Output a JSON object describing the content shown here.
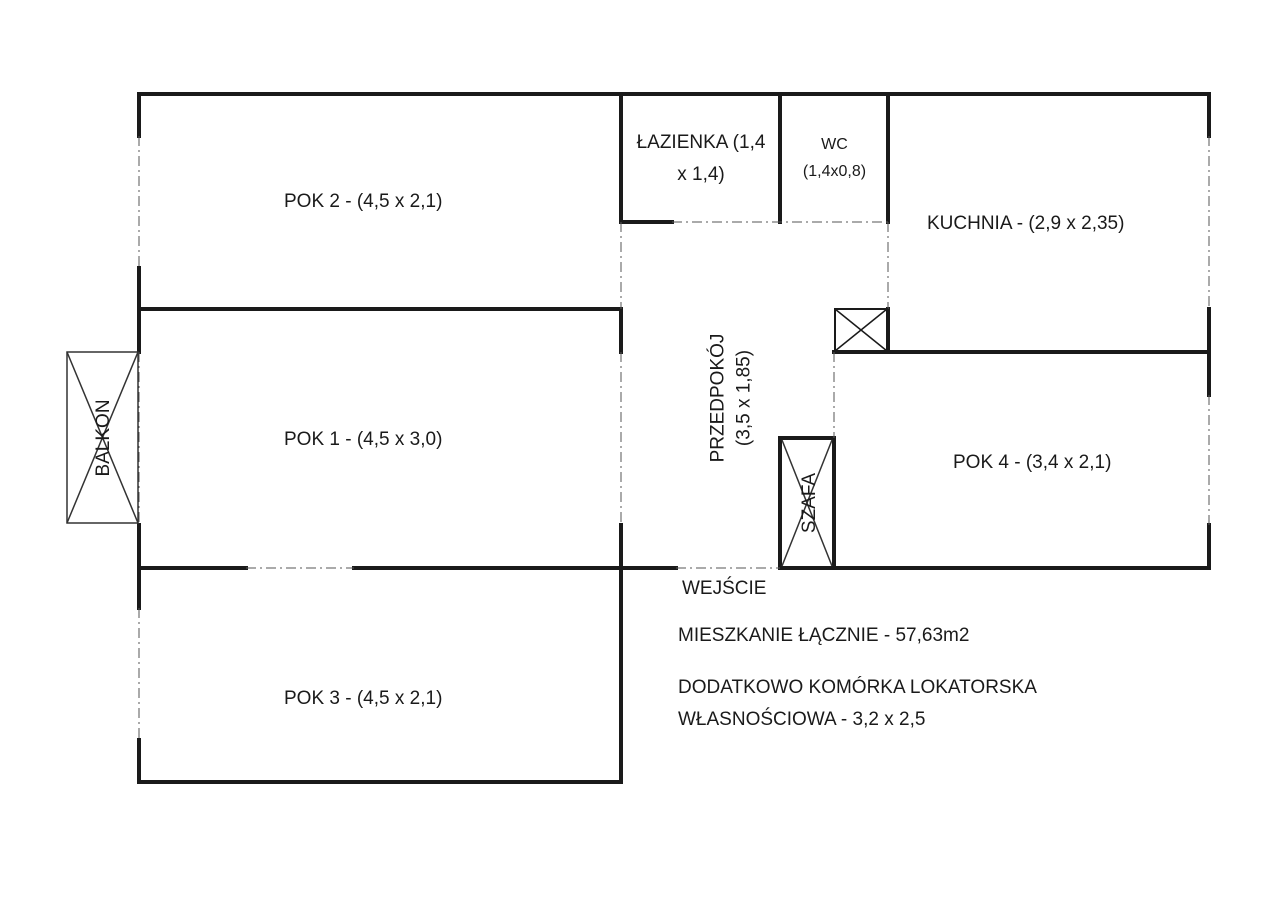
{
  "rooms": {
    "pok2": "POK 2  -  (4,5 x 2,1)",
    "pok1": "POK 1  -  (4,5 x 3,0)",
    "pok3": "POK 3  -  (4,5 x 2,1)",
    "pok4": "POK 4  -  (3,4 x 2,1)",
    "lazienka_line1": "ŁAZIENKA (1,4",
    "lazienka_line2": "x 1,4)",
    "wc_line1": "WC",
    "wc_line2": "(1,4x0,8)",
    "kuchnia": "KUCHNIA  -  (2,9 x 2,35)",
    "przedpokoj_line1": "PRZEDPOKÓJ",
    "przedpokoj_line2": "(3,5 x 1,85)",
    "balkon": "BALKON",
    "szafa": "SZAFA"
  },
  "info": {
    "entrance": "WEJŚCIE",
    "total": "MIESZKANIE ŁĄCZNIE - 57,63m2",
    "extra_line1": "DODATKOWO KOMÓRKA LOKATORSKA",
    "extra_line2": "WŁASNOŚCIOWA - 3,2 x 2,5"
  }
}
